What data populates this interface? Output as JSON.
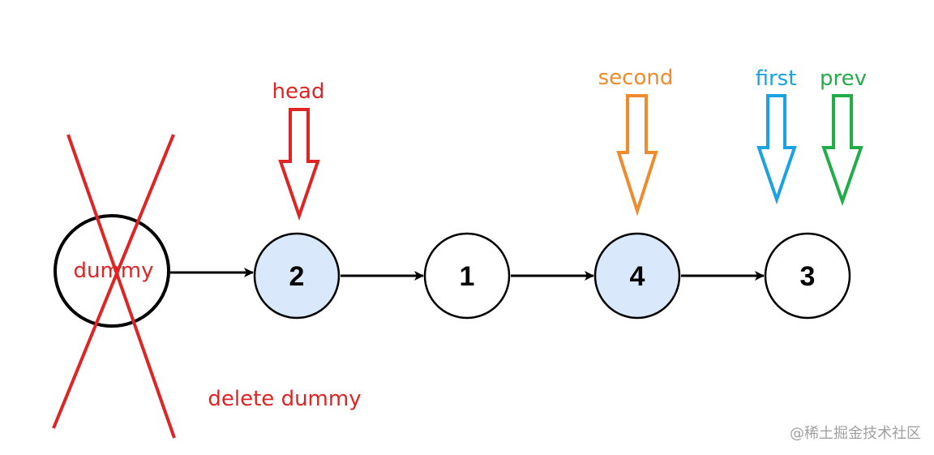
{
  "diagram": {
    "nodes": [
      {
        "id": "dummy",
        "label": "dummy",
        "highlighted": false,
        "deleted": true
      },
      {
        "id": "n2",
        "label": "2",
        "highlighted": true,
        "deleted": false
      },
      {
        "id": "n1",
        "label": "1",
        "highlighted": false,
        "deleted": false
      },
      {
        "id": "n4",
        "label": "4",
        "highlighted": true,
        "deleted": false
      },
      {
        "id": "n3",
        "label": "3",
        "highlighted": false,
        "deleted": false
      }
    ],
    "edges": [
      {
        "from": "dummy",
        "to": "n2"
      },
      {
        "from": "n2",
        "to": "n1"
      },
      {
        "from": "n1",
        "to": "n4"
      },
      {
        "from": "n4",
        "to": "n3"
      }
    ],
    "pointers": [
      {
        "name": "head",
        "target": "n2",
        "color": "#e02424"
      },
      {
        "name": "second",
        "target": "n4",
        "color": "#f08a2c"
      },
      {
        "name": "first",
        "target": "n3",
        "color": "#1aa3e0"
      },
      {
        "name": "prev",
        "target": "n3",
        "color": "#22ad48"
      }
    ],
    "delete_note": "delete dummy",
    "watermark": "@稀土掘金技术社区",
    "colors": {
      "node_fill_highlight": "#dae8fc",
      "node_fill": "#ffffff",
      "node_stroke": "#000000",
      "cross": "#e02424",
      "dummy_text": "#e02424"
    }
  }
}
